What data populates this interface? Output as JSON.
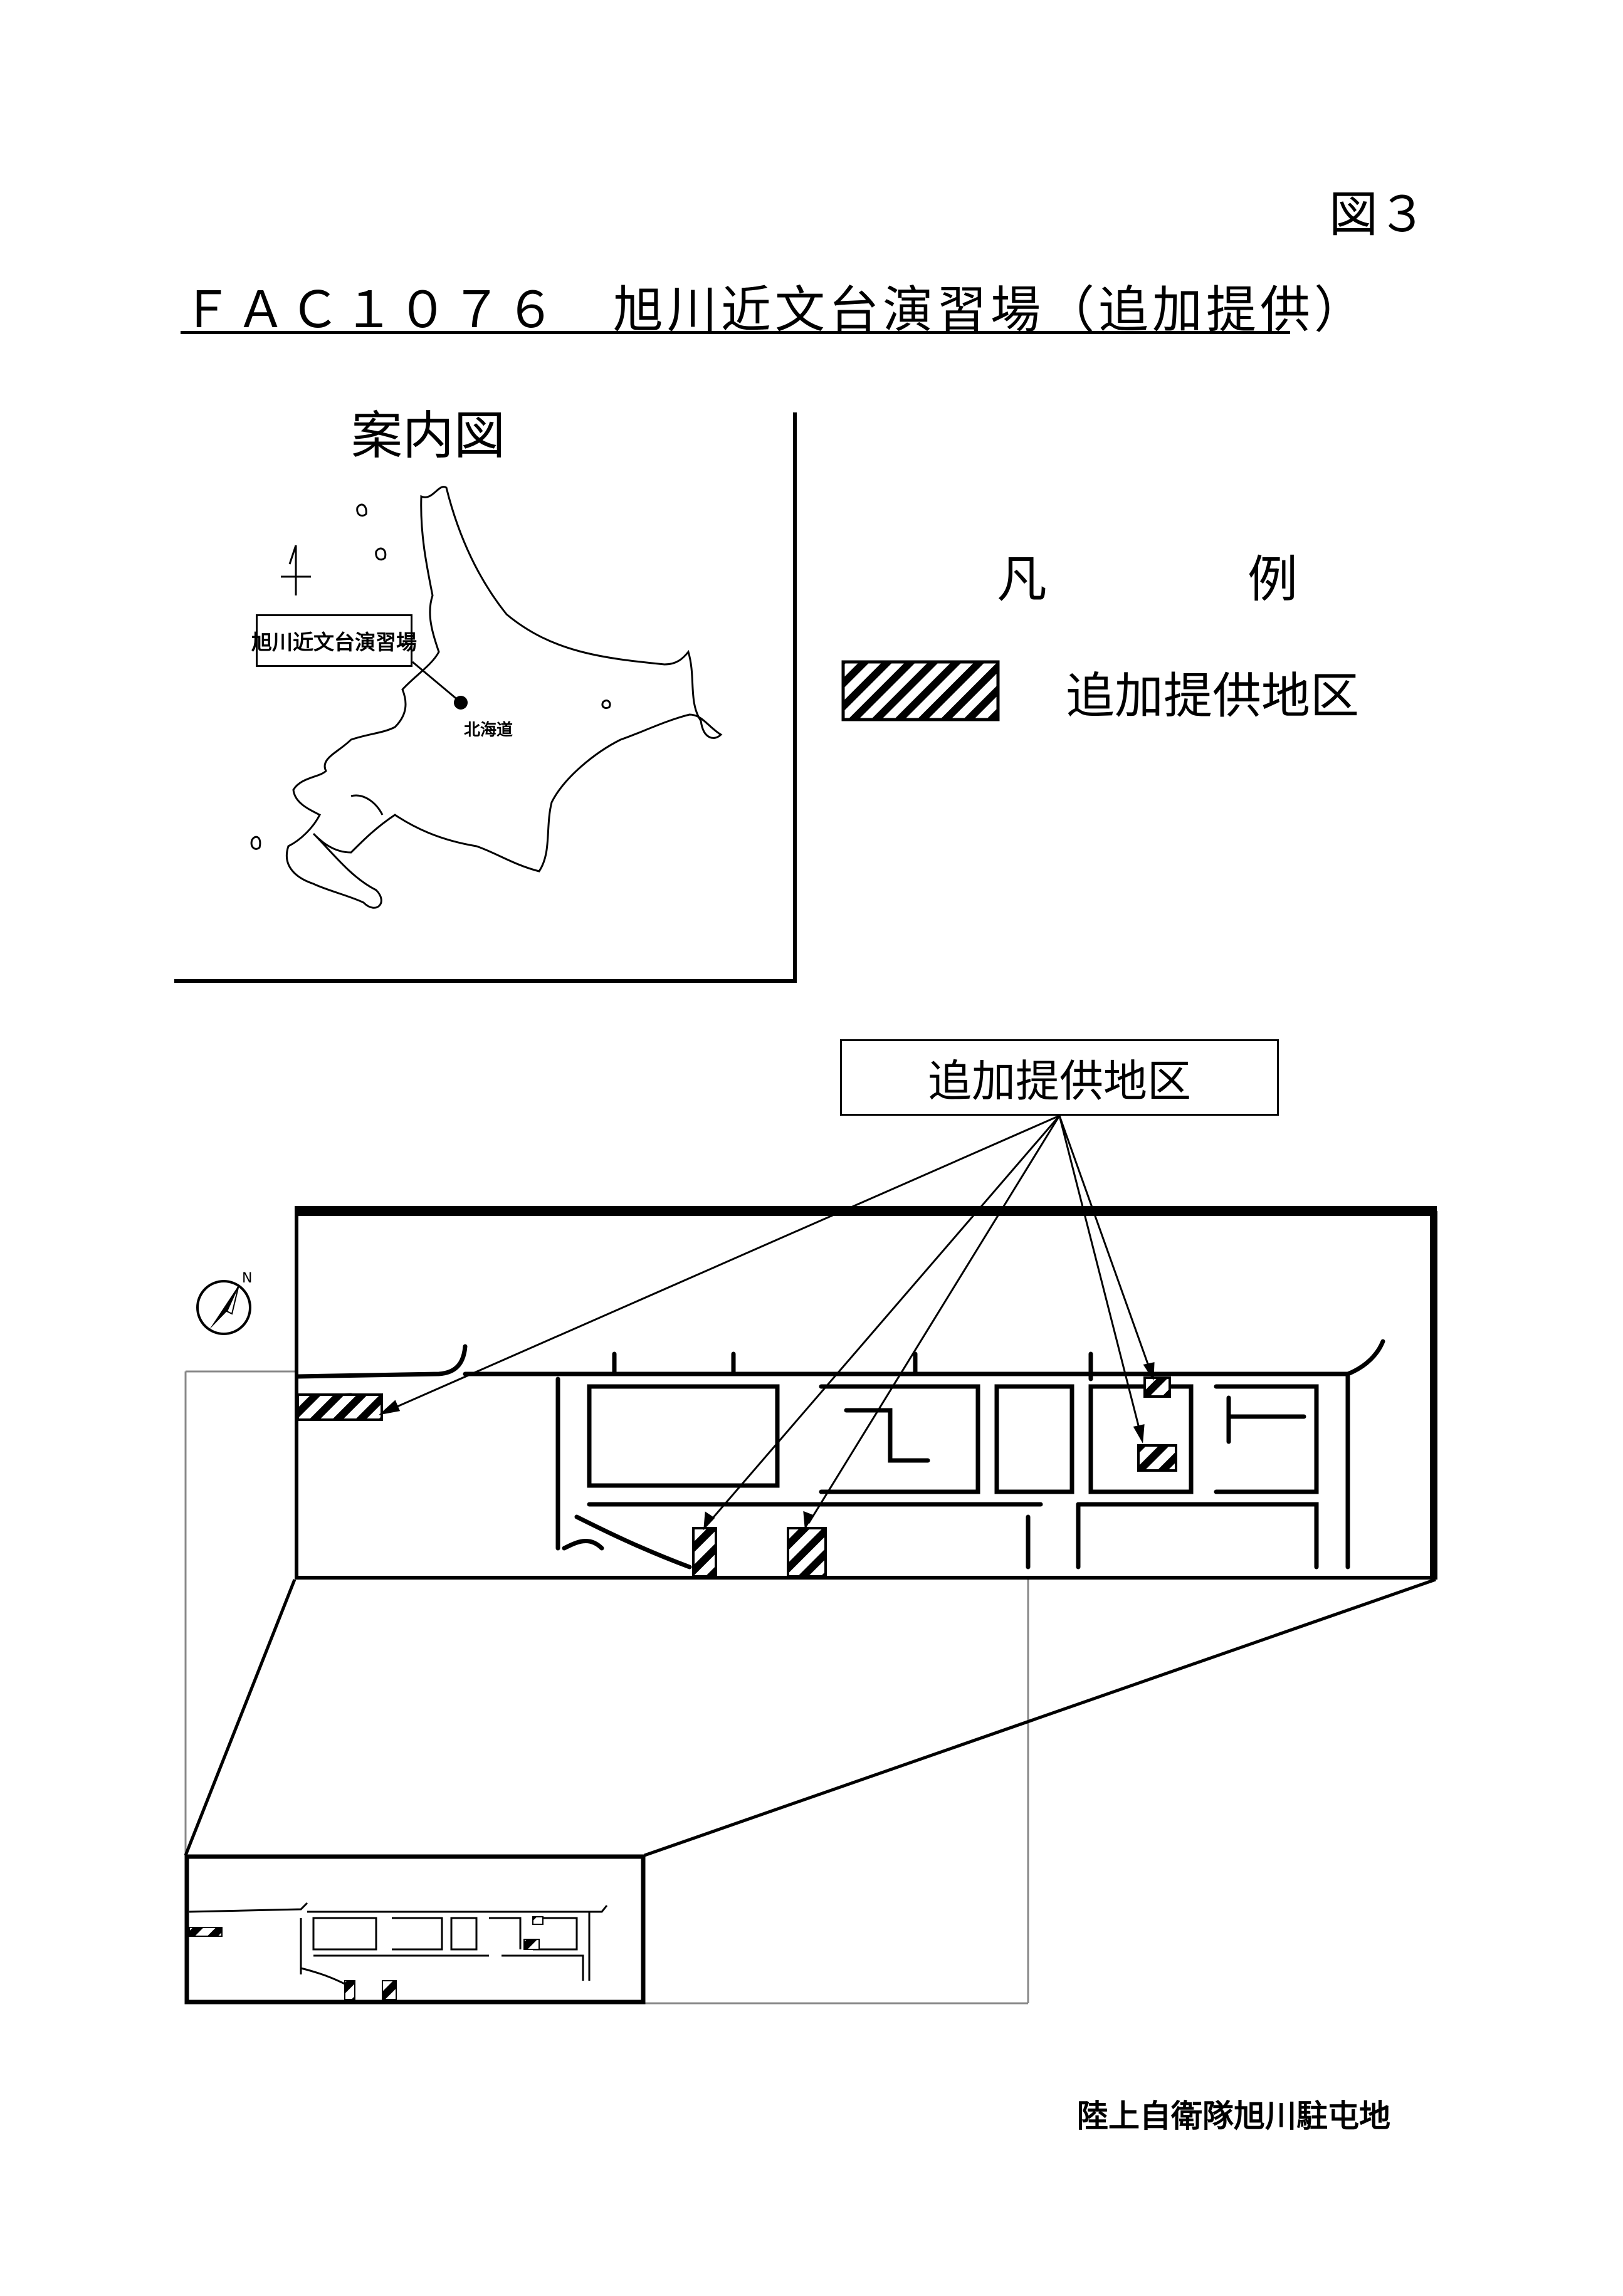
{
  "figure_label": "図３",
  "document_title": "ＦＡＣ１０７６　旭川近文台演習場（追加提供）",
  "locator_map": {
    "heading": "案内図",
    "site_label": "旭川近文台演習場",
    "region_label": "北海道"
  },
  "legend": {
    "heading": "凡　例",
    "items": [
      {
        "label": "追加提供地区",
        "pattern": "diagonal-hatch"
      }
    ]
  },
  "detail_map": {
    "callout_label": "追加提供地区",
    "north_symbol": "north-arrow-icon",
    "north_letter": "N",
    "area_count": 5
  },
  "footer": {
    "unit": "陸上自衛隊旭川駐屯地"
  },
  "colors": {
    "ink": "#000000",
    "inset_frame": "#888888",
    "paper": "#ffffff"
  }
}
